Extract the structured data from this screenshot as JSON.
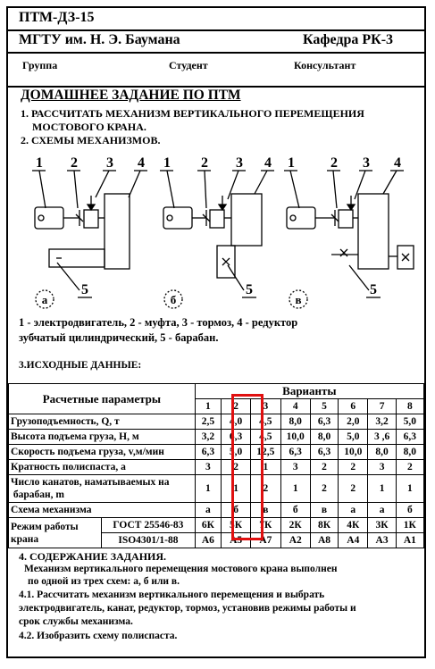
{
  "header": {
    "code": "ПТМ-ДЗ-15",
    "university": "МГТУ им. Н. Э. Баумана",
    "department": "Кафедра РК-3",
    "group_label": "Группа",
    "student_label": "Студент",
    "consultant_label": "Консультант"
  },
  "title": "ДОМАШНЕЕ ЗАДАНИЕ ПО ПТМ",
  "task": {
    "item1_line1": "1. РАССЧИТАТЬ  МЕХАНИЗМ  ВЕРТИКАЛЬНОГО  ПЕРЕМЕЩЕНИЯ",
    "item1_line2": "МОСТОВОГО КРАНА.",
    "item2": "2. СХЕМЫ  МЕХАНИЗМОВ."
  },
  "diagram": {
    "labels": [
      "1",
      "2",
      "3",
      "4",
      "5"
    ],
    "variants": [
      "а",
      "б",
      "в"
    ]
  },
  "legend": {
    "line1": "1 - электродвигатель, 2 - муфта, 3 - тормоз, 4 - редуктор",
    "line2": "зубчатый цилиндрический, 5  -  барабан."
  },
  "source_title": "3.ИСХОДНЫЕ ДАННЫЕ:",
  "table": {
    "param_header": "Расчетные параметры",
    "variants_header": "Варианты",
    "variant_numbers": [
      "1",
      "2",
      "3",
      "4",
      "5",
      "6",
      "7",
      "8"
    ],
    "rows": [
      {
        "label": "Грузоподъемность, Q, т",
        "values": [
          "2,5",
          "4,0",
          "4,5",
          "8,0",
          "6,3",
          "2,0",
          "3,2",
          "5,0"
        ]
      },
      {
        "label": "Высота подъема груза, H, м",
        "values": [
          "3,2",
          "6,3",
          "4,5",
          "10,0",
          "8,0",
          "5,0",
          "3 ,6",
          "6,3"
        ]
      },
      {
        "label": "Скорость подъема груза, v,м/мин",
        "values": [
          "6,3",
          "5,0",
          "12,5",
          "6,3",
          "6,3",
          "10,0",
          "8,0",
          "8,0"
        ]
      },
      {
        "label": "Кратность полиспаста, a",
        "values": [
          "3",
          "2",
          "1",
          "3",
          "2",
          "2",
          "3",
          "2"
        ]
      },
      {
        "label": "Число канатов, наматываемых на",
        "label2": "барабан, m",
        "values": [
          "1",
          "1",
          "2",
          "1",
          "2",
          "2",
          "1",
          "1"
        ]
      },
      {
        "label": "Схема механизма",
        "values": [
          "а",
          "б",
          "в",
          "б",
          "в",
          "а",
          "а",
          "б"
        ]
      }
    ],
    "mode_label1": "Режим работы",
    "mode_label2": "крана",
    "gost_label": "ГОСТ 25546-83",
    "iso_label": "ISO4301/1-88",
    "gost_values": [
      "6К",
      "5К",
      "7К",
      "2К",
      "8К",
      "4К",
      "3К",
      "1К"
    ],
    "iso_values": [
      "А6",
      "А5",
      "А7",
      "А2",
      "А8",
      "А4",
      "А3",
      "А1"
    ]
  },
  "content": {
    "title": "4. СОДЕРЖАНИЕ ЗАДАНИЯ.",
    "p1": "Механизм вертикального перемещения мостового крана   выполнен",
    "p2": "по одной из трех  схем: а, б или в.",
    "p3": "4.1. Рассчитать механизм вертикального перемещения и выбрать",
    "p4": "электродвигатель, канат, редуктор, тормоз, установив режимы работы и",
    "p5": "срок службы механизма.",
    "p6": "4.2. Изобразить схему  полиспаста."
  }
}
